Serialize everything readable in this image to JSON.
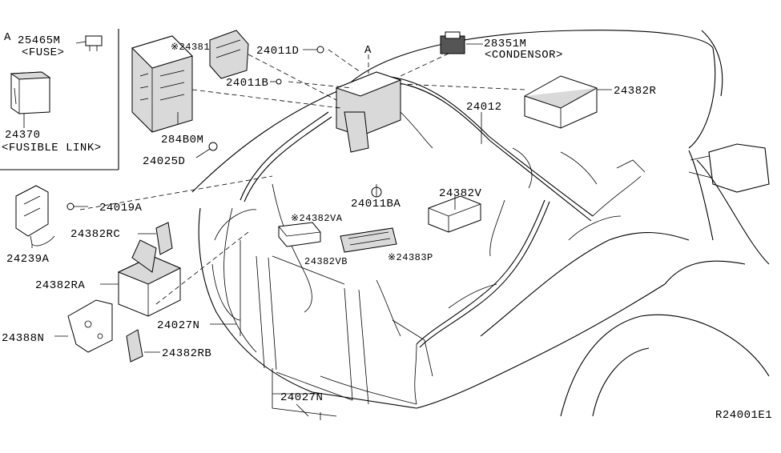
{
  "diagram": {
    "reference_code": "R24001E1",
    "inset": {
      "section_letter": "A",
      "fuse_part": "25465M",
      "fuse_caption": "<FUSE>",
      "fusible_part": "24370",
      "fusible_caption": "<FUSIBLE LINK>"
    },
    "callouts": {
      "p24381": "※24381",
      "p284B0M": "284B0M",
      "p24011D": "24011D",
      "p24011B": "24011B",
      "p24025D": "24025D",
      "p28351M": "28351M",
      "p28351M_caption": "<CONDENSOR>",
      "p24382R": "24382R",
      "p24012": "24012",
      "p24382V": "24382V",
      "p24011BA": "24011BA",
      "pA": "A",
      "p24019A": "24019A",
      "p24239A": "24239A",
      "p24382RC": "24382RC",
      "p24382VA": "※24382VA",
      "p24382VB": "24382VB",
      "p24383P": "※24383P",
      "p24382RA": "24382RA",
      "p24388N": "24388N",
      "p24382RB": "24382RB",
      "p24027N_a": "24027N",
      "p24027N_b": "24027N"
    }
  }
}
